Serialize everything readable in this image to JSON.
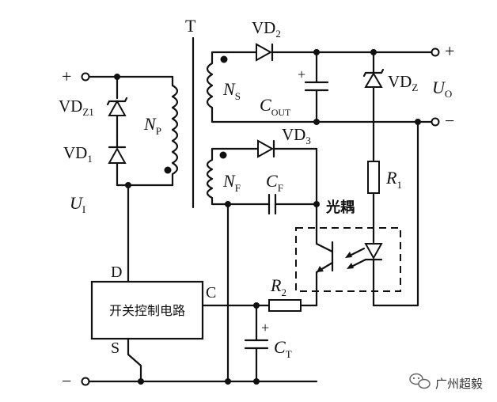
{
  "labels": {
    "transformer": "T",
    "ns": "N",
    "ns_sub": "S",
    "np": "N",
    "np_sub": "P",
    "nf": "N",
    "nf_sub": "F",
    "vd2": "VD",
    "vd2_sub": "2",
    "vd3": "VD",
    "vd3_sub": "3",
    "vdz1": "VD",
    "vdz1_sub": "Z1",
    "vd1": "VD",
    "vd1_sub": "1",
    "vdz": "VD",
    "vdz_sub": "Z",
    "cout": "C",
    "cout_sub": "OUT",
    "cf": "C",
    "cf_sub": "F",
    "ct": "C",
    "ct_sub": "T",
    "r1": "R",
    "r1_sub": "1",
    "r2": "R",
    "r2_sub": "2",
    "ui": "U",
    "ui_sub": "I",
    "uo": "U",
    "uo_sub": "O",
    "optocoupler": "光耦",
    "control_block": "开关控制电路",
    "pin_d": "D",
    "pin_c": "C",
    "pin_s": "S",
    "in_plus": "+",
    "in_minus": "−",
    "out_plus": "+",
    "out_minus": "−",
    "cout_plus": "+",
    "ct_plus": "+"
  },
  "watermark": {
    "icon": "wechat-icon",
    "text": "广州超毅"
  }
}
